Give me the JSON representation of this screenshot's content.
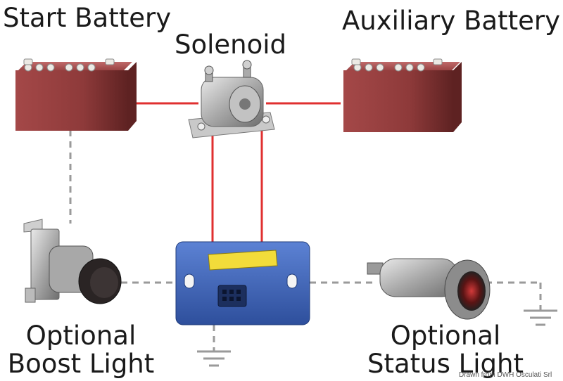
{
  "labels": {
    "start_battery": "Start Battery",
    "auxiliary_battery": "Auxiliary Battery",
    "solenoid": "Solenoid",
    "boost_line1": "Optional",
    "boost_line2": "Boost Light",
    "status_line1": "Optional",
    "status_line2": "Status Light",
    "credit": "Drawn from DWH Osculati Srl"
  },
  "colors": {
    "battery": "#8e3a3a",
    "battery_dark": "#5e2222",
    "wire_red": "#e03030",
    "wire_dashed": "#9a9a9a",
    "controller_blue": "#3d63b8",
    "controller_label": "#f2dc3a",
    "metal": "#b9b9b9"
  },
  "icons": [
    "battery-icon",
    "solenoid-icon",
    "push-switch-icon",
    "controller-module-icon",
    "indicator-lamp-icon",
    "ground-icon"
  ]
}
